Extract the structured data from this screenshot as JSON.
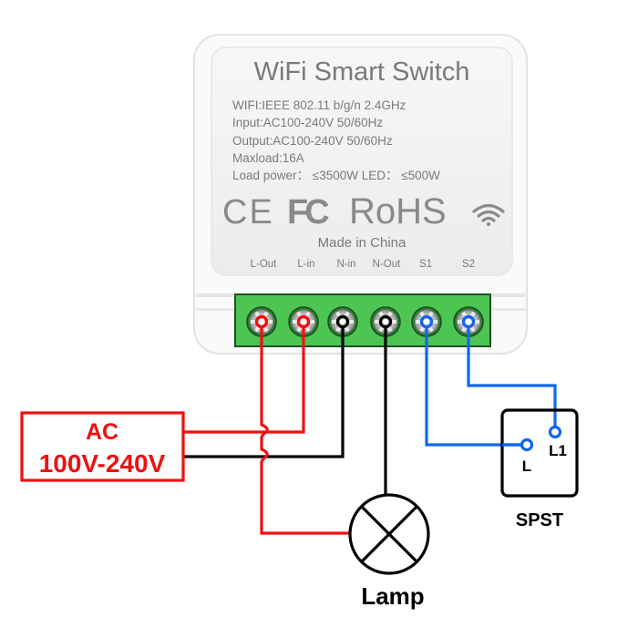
{
  "device": {
    "title": "WiFi Smart Switch",
    "specs": [
      "WIFI:IEEE 802.11 b/g/n 2.4GHz",
      "Input:AC100-240V 50/60Hz",
      "Output:AC100-240V 50/60Hz",
      "Maxload:16A",
      "Load power： ≤3500W  LED： ≤500W"
    ],
    "certifications": {
      "ce": "CE",
      "fc": "FC",
      "rohs": "RoHS"
    },
    "origin": "Made in China",
    "terminals": [
      "L-Out",
      "L-in",
      "N-in",
      "N-Out",
      "S1",
      "S2"
    ],
    "terminal_wire_colors": [
      "live",
      "live",
      "neutral",
      "neutral",
      "switch",
      "switch"
    ]
  },
  "colors": {
    "live": "#ee1111",
    "neutral": "#000000",
    "switch": "#1166ee",
    "terminal_block": "#4cc552",
    "device_body": "#f2f2f2"
  },
  "power_source": {
    "line1": "AC",
    "line2": "100V-240V"
  },
  "lamp": {
    "label": "Lamp"
  },
  "switch": {
    "label": "SPST",
    "terminal_l": "L",
    "terminal_l1": "L1"
  }
}
